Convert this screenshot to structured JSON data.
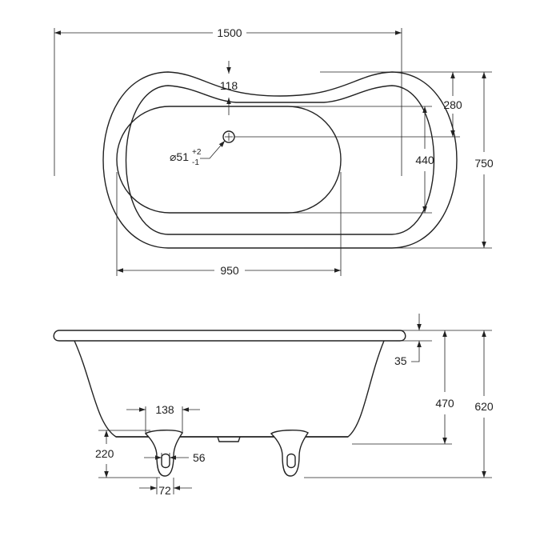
{
  "dimensions": {
    "overall_length": "1500",
    "overall_width": "750",
    "inner_length": "950",
    "inner_width": "440",
    "waste_offset": "280",
    "rim_gap": "118",
    "waste_diameter": "⌀51",
    "waste_tolerance_plus": "+2",
    "waste_tolerance_minus": "-1",
    "rim_thickness": "35",
    "tub_depth": "470",
    "overall_height": "620",
    "foot_height": "220",
    "foot_width": "138",
    "foot_slot_width": "56",
    "foot_base_width": "72"
  },
  "colors": {
    "line": "#222222",
    "background": "#ffffff"
  }
}
